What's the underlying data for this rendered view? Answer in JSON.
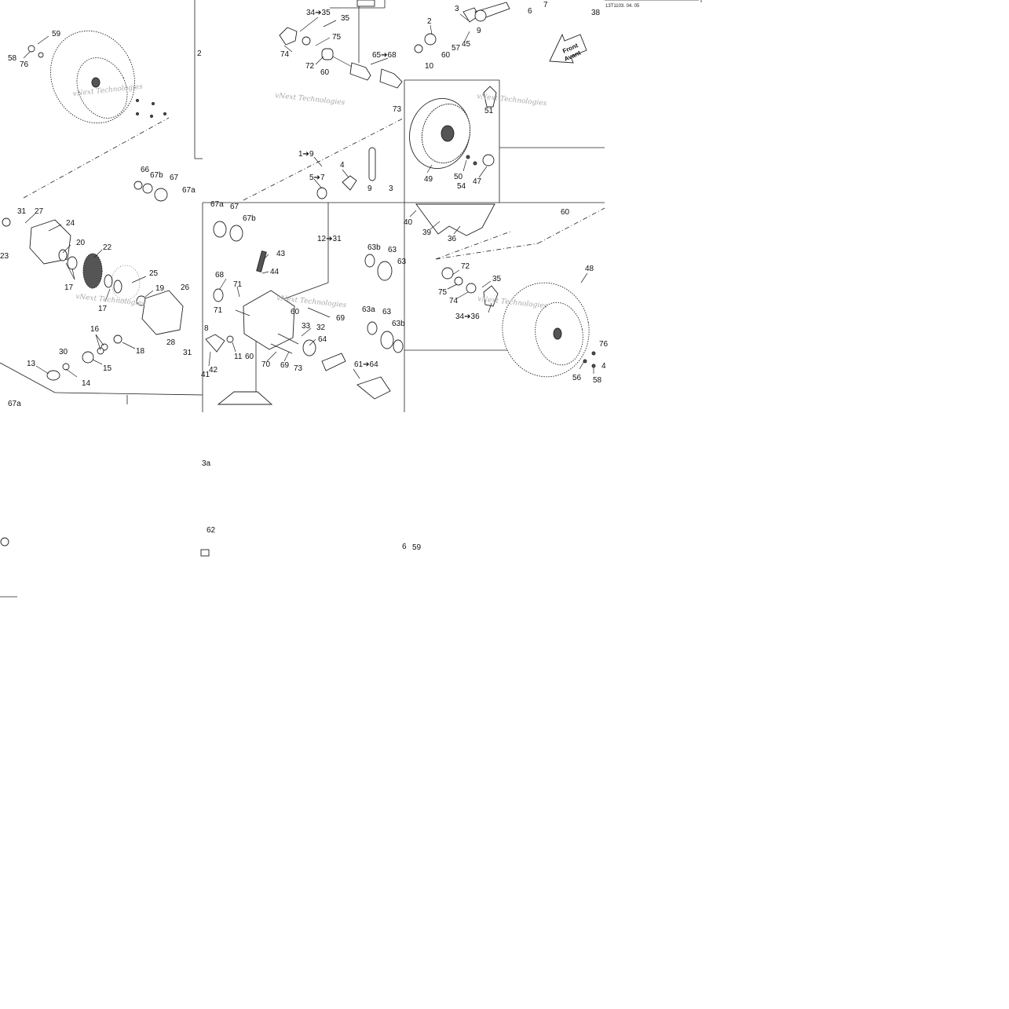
{
  "diagram": {
    "reference_code": "13T1103. 04. 05",
    "front_sign": {
      "line1": "Front",
      "line2": "Avant"
    },
    "watermark": "vNext Technologies",
    "callouts": {
      "c59a": "59",
      "c58a": "58",
      "c76a": "76",
      "c2": "2",
      "c34_35a": "34➔35",
      "c35a": "35",
      "c75a": "75",
      "c74a": "74",
      "c72a": "72",
      "c60a": "60",
      "c65_68": "65➔68",
      "c73a": "73",
      "c3": "3",
      "c2b": "2",
      "c6": "6",
      "c7": "7",
      "c9a": "9",
      "c45": "45",
      "c57": "57",
      "c60b": "60",
      "c10": "10",
      "c38": "38",
      "c51": "51",
      "c1_9": "1➔9",
      "c5_7": "5➔7",
      "c4": "4",
      "c9b": "9",
      "c3b": "3",
      "c49": "49",
      "c50": "50",
      "c54": "54",
      "c47": "47",
      "c66": "66",
      "c67b": "67b",
      "c67": "67",
      "c67a": "67a",
      "c31a": "31",
      "c27": "27",
      "c24": "24",
      "c20": "20",
      "c22": "22",
      "c23": "23",
      "c17a": "17",
      "c17b": "17",
      "c25": "25",
      "c19": "19",
      "c26": "26",
      "c16": "16",
      "c18": "18",
      "c28": "28",
      "c30": "30",
      "c15": "15",
      "c13": "13",
      "c14": "14",
      "c31b": "31",
      "c67a_b": "67a",
      "c67_b": "67",
      "c67b_b": "67b",
      "c12_31": "12➔31",
      "c43": "43",
      "c44": "44",
      "c68": "68",
      "c71a": "71",
      "c71b": "71",
      "c60c": "60",
      "c69a": "69",
      "c8": "8",
      "c33": "33",
      "c32": "32",
      "c64a": "64",
      "c42": "42",
      "c41": "41",
      "c11": "11",
      "c60d": "60",
      "c70": "70",
      "c69b": "69",
      "c73b": "73",
      "c40": "40",
      "c39": "39",
      "c36": "36",
      "c60e": "60",
      "c63b": "63b",
      "c63": "63",
      "c63x": "63",
      "c63a": "63a",
      "c63c": "63",
      "c63bb": "63b",
      "c61_64": "61➔64",
      "c72b": "72",
      "c35b": "35",
      "c75b": "75",
      "c74b": "74",
      "c34_36": "34➔36",
      "c48": "48",
      "c76b": "76",
      "c4b": "4",
      "c56": "56",
      "c58b": "58",
      "c67a_c": "67a",
      "c3a": "3a",
      "c62": "62",
      "c6b": "6",
      "c59b": "59"
    }
  }
}
